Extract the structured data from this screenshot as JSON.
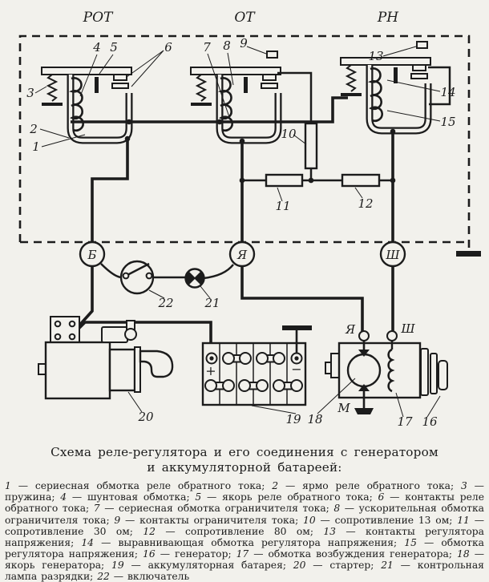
{
  "page": {
    "paper_color": "#f2f1ec",
    "ink_color": "#1c1c1c"
  },
  "diagram": {
    "unit_labels": [
      "РОТ",
      "ОТ",
      "РН"
    ],
    "box_terminals": [
      "Б",
      "Я",
      "Ш"
    ],
    "part_numbers": [
      "1",
      "2",
      "3",
      "4",
      "5",
      "6",
      "7",
      "8",
      "9",
      "10",
      "11",
      "12",
      "13",
      "14",
      "15",
      "16",
      "17",
      "18",
      "19",
      "20",
      "21",
      "22"
    ],
    "generator_terminals": {
      "armature": "Я",
      "shunt": "Ш",
      "mass": "М"
    },
    "battery_terminals": {
      "plus": "+",
      "minus": "−"
    }
  },
  "caption": {
    "title": "Схема реле-регулятора и его соединения с генератором и аккумуляторной батареей:",
    "items": [
      {
        "n": "1",
        "t": "— сериесная обмотка реле обратного тока;"
      },
      {
        "n": "2",
        "t": "— ярмо реле обратного тока;"
      },
      {
        "n": "3",
        "t": "— пружина;"
      },
      {
        "n": "4",
        "t": "— шунтовая обмотка;"
      },
      {
        "n": "5",
        "t": "— якорь реле обратного тока;"
      },
      {
        "n": "6",
        "t": "— контакты реле обратного тока;"
      },
      {
        "n": "7",
        "t": "— сериесная обмотка ограничителя тока;"
      },
      {
        "n": "8",
        "t": "— ускорительная обмотка ограничителя тока;"
      },
      {
        "n": "9",
        "t": "— контакты ограничителя тока;"
      },
      {
        "n": "10",
        "t": "— сопротивление 13 ом;"
      },
      {
        "n": "11",
        "t": "— сопротивление 30 ом;"
      },
      {
        "n": "12",
        "t": "— сопротивление 80 ом;"
      },
      {
        "n": "13",
        "t": "— контакты регулятора напряжения;"
      },
      {
        "n": "14",
        "t": "— выравнивающая обмотка регулятора напряжения;"
      },
      {
        "n": "15",
        "t": "— обмотка регулятора напряжения;"
      },
      {
        "n": "16",
        "t": "— генератор;"
      },
      {
        "n": "17",
        "t": "— обмотка возбуждения генератора;"
      },
      {
        "n": "18",
        "t": "— якорь генератора;"
      },
      {
        "n": "19",
        "t": "— аккумуляторная батарея;"
      },
      {
        "n": "20",
        "t": "— стартер;"
      },
      {
        "n": "21",
        "t": "— контрольная лампа разрядки;"
      },
      {
        "n": "22",
        "t": "— включатель"
      }
    ]
  }
}
